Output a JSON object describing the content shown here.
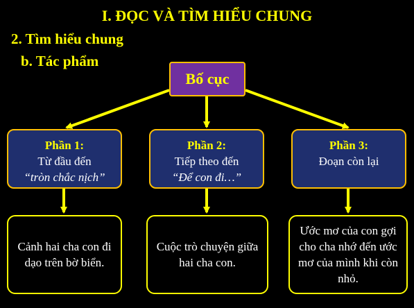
{
  "header": {
    "title": "I. ĐỌC VÀ TÌM HIỂU CHUNG",
    "section": "2. Tìm hiểu chung",
    "subsection": "b. Tác phẩm"
  },
  "diagram": {
    "root": "Bố cục",
    "parts": [
      {
        "title": "Phần 1:",
        "line": "Từ đầu đến",
        "quote": "“tròn chắc nịch”"
      },
      {
        "title": "Phần 2:",
        "line": "Tiếp theo đến",
        "quote": "“Để con đi…”"
      },
      {
        "title": "Phần 3:",
        "line": "Đoạn còn lại",
        "quote": ""
      }
    ],
    "descriptions": [
      "Cảnh hai cha con đi dạo trên bờ biển.",
      "Cuộc trò chuyện giữa hai cha con.",
      "Ước mơ của con gợi cho cha nhớ đến ước mơ của mình khi còn nhỏ."
    ]
  },
  "colors": {
    "background": "#000000",
    "heading": "#ffff00",
    "root_fill": "#7030a0",
    "part_fill": "#1f2f6e",
    "border": "#ffc000",
    "arrow": "#ffff00"
  }
}
